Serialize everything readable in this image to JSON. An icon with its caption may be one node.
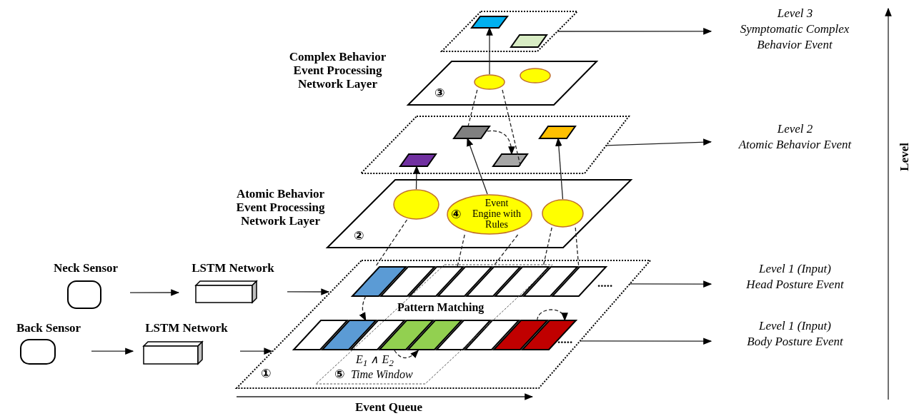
{
  "diagram": {
    "nodes": [
      {
        "text": [],
        "shape": "box"
      },
      {
        "text": [],
        "shape": "box",
        "in": 0
      },
      {
        "text": [],
        "shape": "box",
        "in": 0
      },
      {
        "text": [
          "Complex Behavior Event Processing Network Layer",
          "③"
        ]
      },
      {
        "text": [],
        "shape": "circle",
        "in": 3
      },
      {
        "text": [],
        "shape": "circle",
        "in": 3
      },
      {
        "text": [],
        "shape": "box"
      },
      {
        "text": [],
        "shape": "box",
        "in": 6
      },
      {
        "text": [],
        "shape": "box",
        "in": 6
      },
      {
        "text": [],
        "shape": "box",
        "in": 6
      },
      {
        "text": [],
        "shape": "box",
        "in": 6
      },
      {
        "text": [
          "Atomic Behavior Event Processing Network Layer",
          "②"
        ]
      },
      {
        "text": [],
        "shape": "circle",
        "in": 11
      },
      {
        "text": [
          "④",
          "Event Engine with Rules"
        ],
        "in": 11
      },
      {
        "text": [],
        "shape": "circle",
        "in": 11
      },
      {
        "text": [
          "①"
        ]
      },
      {
        "text": [],
        "shape": "box",
        "in": 15
      },
      {
        "text": [],
        "shape": "box",
        "in": 15
      },
      {
        "text": [],
        "shape": "box",
        "in": 15
      },
      {
        "text": [],
        "shape": "box",
        "in": 15
      },
      {
        "text": [],
        "shape": "box",
        "in": 15
      },
      {
        "text": [],
        "shape": "box",
        "in": 15
      },
      {
        "text": [],
        "shape": "box",
        "in": 15
      },
      {
        "text": [],
        "shape": "box",
        "in": 15
      },
      {
        "text": [],
        "shape": "box",
        "in": 15
      },
      {
        "text": [],
        "shape": "box",
        "in": 15
      },
      {
        "text": [],
        "shape": "box",
        "in": 15
      },
      {
        "text": [],
        "shape": "box",
        "in": 15
      },
      {
        "text": [],
        "shape": "box",
        "in": 15
      },
      {
        "text": [],
        "shape": "box",
        "in": 15
      },
      {
        "text": [],
        "shape": "box",
        "in": 15
      },
      {
        "text": [],
        "shape": "box",
        "in": 15
      },
      {
        "text": [],
        "shape": "box",
        "in": 15
      },
      {
        "text": [
          "Neck Sensor"
        ]
      },
      {
        "text": [
          "LSTM Network"
        ]
      },
      {
        "text": [
          "Back Sensor"
        ]
      },
      {
        "text": [
          "LSTM Network"
        ]
      },
      {
        "text": [
          "Level 3",
          "Symptomatic Complex Behavior Event"
        ]
      },
      {
        "text": [
          "Level 2",
          "Atomic Behavior Event"
        ]
      },
      {
        "text": [
          "Level 1 (Input)",
          "Head Posture Event"
        ]
      },
      {
        "text": [
          "Level 1 (Input)",
          "Body Posture Event"
        ]
      }
    ],
    "edges": [
      {
        "from": 0,
        "to": 37,
        "arrow": "to"
      },
      {
        "from": 4,
        "to": 1,
        "arrow": "to"
      },
      {
        "from": 4,
        "to": 8,
        "arrow": "none",
        "style": "dashed"
      },
      {
        "from": 4,
        "to": 9,
        "arrow": "none",
        "style": "dashed"
      },
      {
        "from": 8,
        "to": 9,
        "arrow": "to",
        "style": "dashed"
      },
      {
        "from": 6,
        "to": 38,
        "arrow": "to"
      },
      {
        "from": 12,
        "to": 7,
        "arrow": "to"
      },
      {
        "from": 13,
        "to": 8,
        "arrow": "to"
      },
      {
        "from": 14,
        "to": 10,
        "arrow": "to"
      },
      {
        "from": 12,
        "to": 16,
        "arrow": "none",
        "style": "dashed"
      },
      {
        "from": 13,
        "to": 19,
        "arrow": "none",
        "style": "dashed"
      },
      {
        "from": 13,
        "to": 20,
        "arrow": "none",
        "style": "dashed"
      },
      {
        "from": 14,
        "to": 22,
        "arrow": "none",
        "style": "dashed"
      },
      {
        "from": 14,
        "to": 23,
        "arrow": "none",
        "style": "dashed"
      },
      {
        "from": 16,
        "to": 25,
        "arrow": "to",
        "style": "dashed"
      },
      {
        "from": 27,
        "to": 28,
        "arrow": "to",
        "style": "dashed"
      },
      {
        "from": 31,
        "to": 32,
        "arrow": "to",
        "style": "dashed"
      },
      {
        "from": 33,
        "to": 34,
        "arrow": "to"
      },
      {
        "from": 34,
        "to": 15,
        "arrow": "to"
      },
      {
        "from": 35,
        "to": 36,
        "arrow": "to"
      },
      {
        "from": 36,
        "to": 15,
        "arrow": "to"
      },
      {
        "from": 15,
        "to": 39,
        "arrow": "to"
      },
      {
        "from": 15,
        "to": 40,
        "arrow": "to"
      }
    ],
    "labels": [
      "Level",
      ".....",
      "Pattern Matching",
      ".....",
      "E$_{1}$ ∧ E$_{2}$",
      "⑤",
      "Time Window",
      "Event Queue"
    ]
  }
}
